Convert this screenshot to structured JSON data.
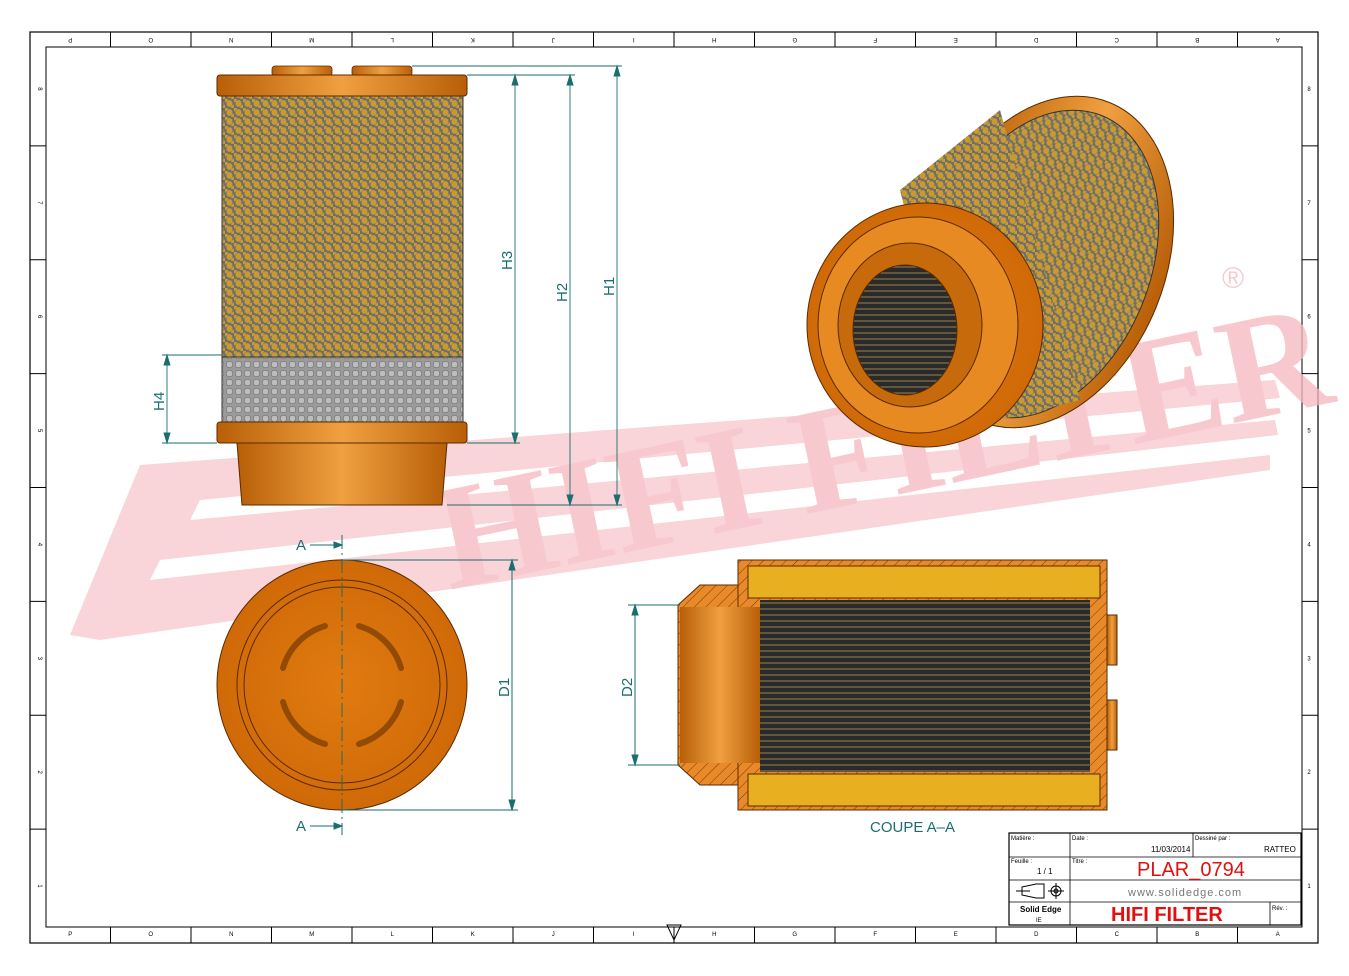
{
  "border": {
    "columns": [
      "P",
      "O",
      "N",
      "M",
      "L",
      "K",
      "J",
      "I",
      "H",
      "G",
      "F",
      "E",
      "D",
      "C",
      "B",
      "A"
    ],
    "rows": [
      "8",
      "7",
      "6",
      "5",
      "4",
      "3",
      "2",
      "1"
    ]
  },
  "watermark": {
    "text": "HIFI FILTER",
    "registered": "®",
    "color": "#f7c6cc"
  },
  "dimensions": {
    "h1": "H1",
    "h2": "H2",
    "h3": "H3",
    "h4": "H4",
    "d1": "D1",
    "d2": "D2"
  },
  "section_marks": {
    "top": "A",
    "bottom": "A"
  },
  "section_label": "COUPE A–A",
  "title_block": {
    "material_label": "Matière :",
    "date_label": "Date :",
    "date": "11/03/2014",
    "drawn_by_label": "Dessiné par :",
    "drawn_by": "RATTEO",
    "sheet_label": "Feuille :",
    "sheet": "1 / 1",
    "title_label": "Titre :",
    "title": "PLAR_0794",
    "website": "www.solidedge.com",
    "software": "Solid Edge",
    "software_sub": "IE",
    "company": "HIFI FILTER",
    "rev_label": "Rév. :"
  },
  "colors": {
    "orange": "#e07a10",
    "mesh": "#8a8a8a",
    "dimension": "#1a6e6e",
    "title_red": "#e01010"
  }
}
